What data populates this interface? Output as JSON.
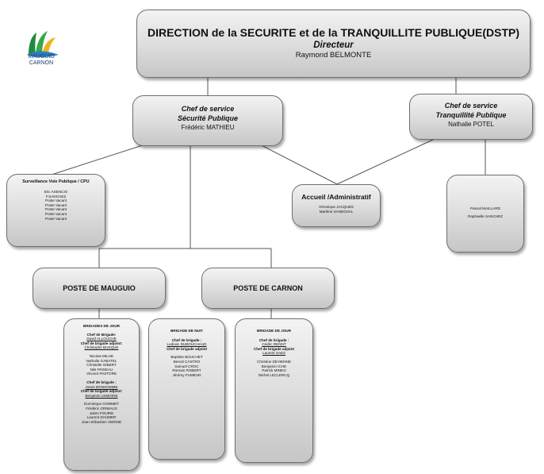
{
  "logo": {
    "line1": "MAUGUIO",
    "line2": "CARNON"
  },
  "direction": {
    "title": "DIRECTION de la SECURITE et de la TRANQUILLITE PUBLIQUE(DSTP)",
    "role": "Directeur",
    "name": "Raymond BELMONTE"
  },
  "chef_securite": {
    "role": "Chef de service",
    "service": "Sécurité Publique",
    "name": "Frédéric MATHIEU"
  },
  "chef_tranquillite": {
    "role": "Chef de service",
    "service": "Tranquillité Publique",
    "name": "Nathalie POTEL"
  },
  "surveillance": {
    "title": "Surveillance Voie Publique / CPU",
    "members": [
      "Eric ASENCIO",
      "F.SANCHEZ",
      "Poste Vacant",
      "Poste Vacant",
      "Poste Vacant",
      "Poste Vacant",
      "Poste Vacant"
    ]
  },
  "accueil": {
    "title": "Accueil /Administratif",
    "members": [
      "Véronique JACQUES",
      "Marlène SANDOVAL"
    ]
  },
  "tranquillite_team": {
    "members": [
      "Pascal MAILLARD",
      "Raphaelle SANCHEZ"
    ]
  },
  "poste_mauguio": {
    "title": "POSTE DE MAUGUIO"
  },
  "poste_carnon": {
    "title": "POSTE DE CARNON"
  },
  "brigade_jour_mauguio": {
    "title": "BRIGADES DE JOUR",
    "chef_label": "Chef de Brigade:",
    "chef_name": "David ALLOUCHE",
    "adjoint_label": "Chef de brigade adjoint:",
    "adjoint_name": "Christophe BUSQUE",
    "agents": [
      "Nicolas MILHE",
      "Nathalie GABATEL",
      "Christelle GIBERT",
      "Nils FRISEAU",
      "Vincent PASTORE"
    ],
    "chef2_label": "Chef de brigade :",
    "chef2_name": "Alexis BONHOMME",
    "adjoint2_label": "Chef de brigade adjoint:",
    "adjoint2_name": "Benjamin LEMOINE",
    "agents2": [
      "Dominique GOMMET",
      "Frédéric GRIMAUX",
      "Julien FOURIE",
      "Laurent DAUMER",
      "Jean-Sébastien VERDIE"
    ]
  },
  "brigade_nuit": {
    "title": "BRIGADE DE NUIT",
    "chef_label": "Chef de brigade :",
    "chef_name": "Ludovic DUBOUCHAUD",
    "adjoint_label": "Chef de brigade adjoint",
    "agents": [
      "Baptiste BOUCHET",
      "Benoit CASTRO",
      "Samuel CROC",
      "Romain ROBERT",
      "Jérémy FUMEUR"
    ]
  },
  "brigade_jour_carnon": {
    "title": "BRIGADE DE JOUR",
    "chef_label": "Chef de brigade :",
    "chef_name": "Cédric RENNT",
    "adjoint_label": "Chef de brigade adjoint",
    "adjoint_name": "Laurent SAEZ",
    "agents": [
      "Christine DEVIENNE",
      "Benjamin ICHE",
      "Patrick MINEO",
      "Michel LECLERCQ"
    ]
  }
}
